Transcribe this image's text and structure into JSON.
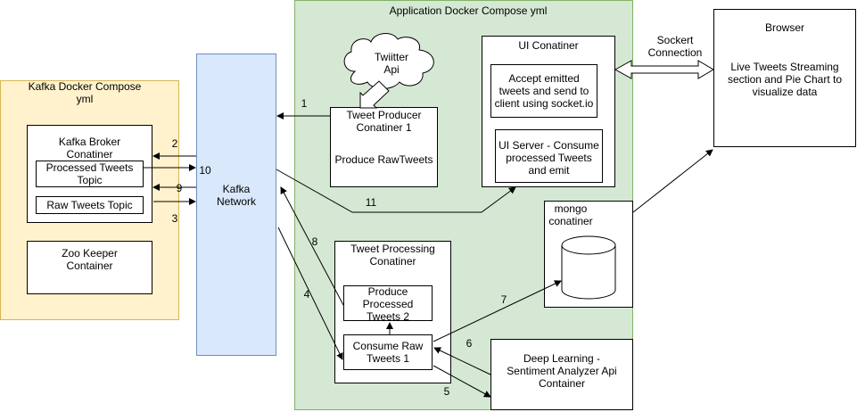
{
  "kafka_compose": {
    "title": "Kafka Docker Compose\nyml",
    "broker": {
      "title": "Kafka Broker\nConatiner",
      "processed_topic": "Processed Tweets\nTopic",
      "raw_topic": "Raw Tweets Topic"
    },
    "zookeeper": "Zoo Keeper\nContainer"
  },
  "kafka_network": "Kafka\nNetwork",
  "app_compose": {
    "title": "Application Docker Compose yml",
    "twitter_api": "Twiitter\nApi",
    "producer": {
      "title": "Tweet  Producer\nConatiner  1",
      "body": "Produce RawTweets"
    },
    "ui_container": {
      "title": "UI Conatiner",
      "accept": "Accept emitted\ntweets  and send to\nclient using socket.io",
      "server": "UI Server - Consume\nprocessed Tweets\nand  emit"
    },
    "mongo": "mongo\nconatiner",
    "processing": {
      "title": "Tweet Processing\nConatiner",
      "produce": "Produce\nProcessed\nTweets  2",
      "consume": "Consume Raw\nTweets  1"
    },
    "deep_learning": "Deep Learning -\nSentiment Analyzer Api\nContainer"
  },
  "socket_label": "Sockert\nConnection",
  "browser": {
    "title": "Browser",
    "body": "Live Tweets Streaming\nsection and Pie Chart to\nvisualize data"
  },
  "edge_labels": {
    "e1": "1",
    "e2": "2",
    "e3": "3",
    "e4": "4",
    "e5": "5",
    "e6": "6",
    "e7": "7",
    "e8": "8",
    "e9": "9",
    "e10": "10",
    "e11": "11"
  },
  "colors": {
    "kafka_fill": "#fff2cc",
    "kafka_stroke": "#d6b656",
    "network_fill": "#dae8fc",
    "network_stroke": "#6c8ebf",
    "app_fill": "#d5e8d4",
    "app_stroke": "#82b366"
  }
}
